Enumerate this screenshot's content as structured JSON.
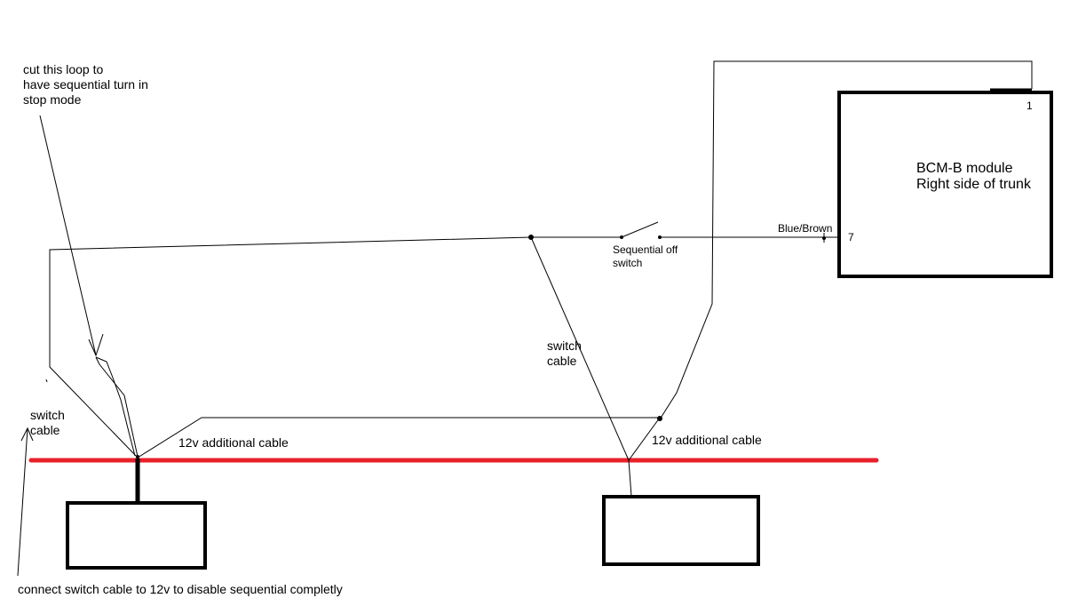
{
  "colors": {
    "wire": "#000000",
    "bus": "#e8202a",
    "box": "#000000",
    "background": "#ffffff"
  },
  "labels": {
    "cut_note": [
      "cut this loop to",
      "have sequential turn in",
      "stop mode"
    ],
    "module": [
      "BCM-B module",
      "Right side of trunk"
    ],
    "pin_1": "1",
    "pin_7": "7",
    "wire_color": "Blue/Brown",
    "switch_label": [
      "Sequential off",
      "switch"
    ],
    "switch_cable_center": [
      "switch",
      "cable"
    ],
    "switch_cable_left": [
      "switch",
      "cable"
    ],
    "additional_left": "12v additional cable",
    "additional_right": "12v additional cable",
    "bottom_note": "connect switch cable to 12v to disable sequential completly"
  }
}
